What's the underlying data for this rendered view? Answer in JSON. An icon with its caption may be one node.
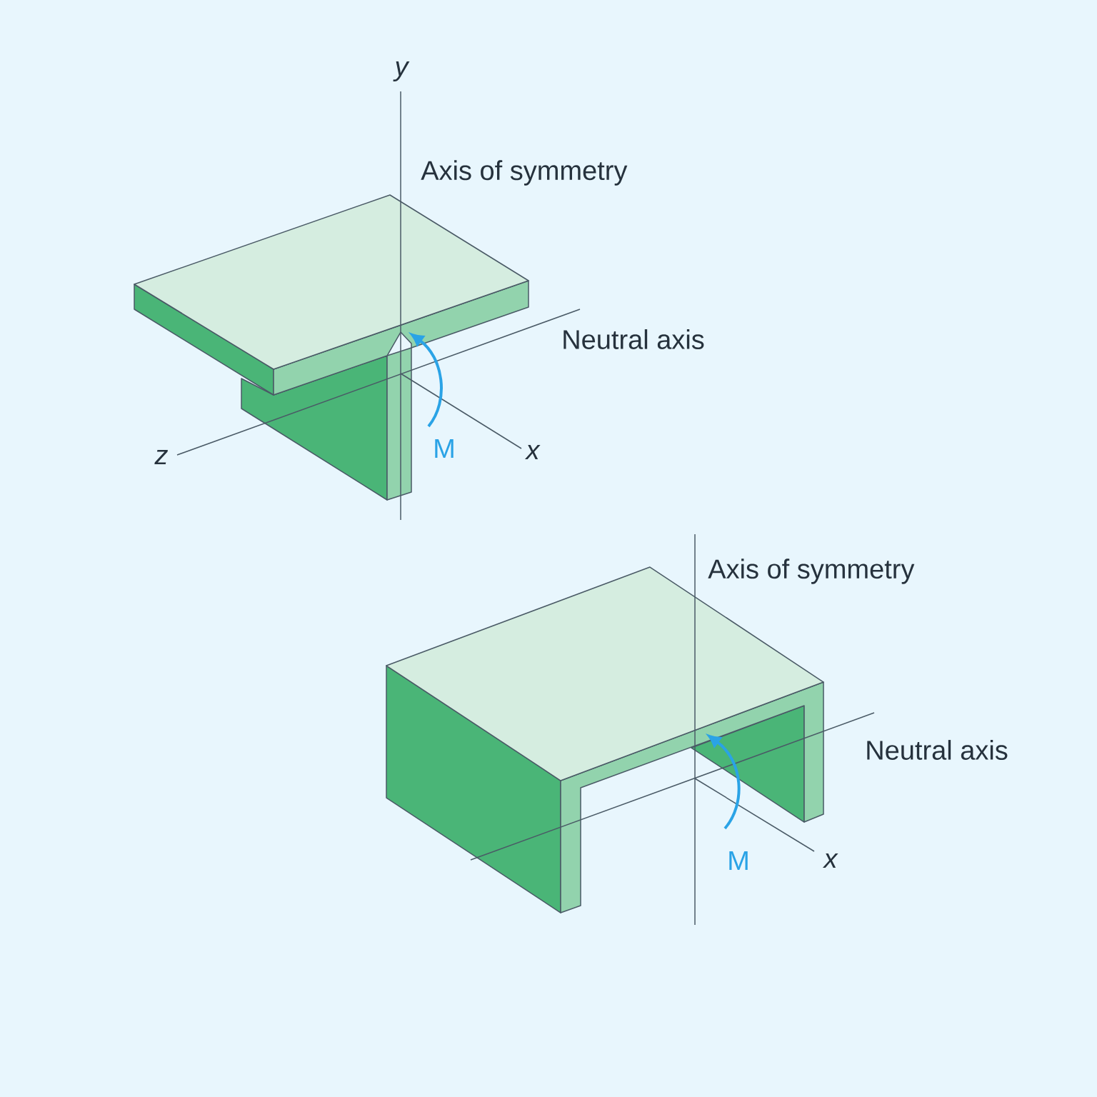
{
  "diagram": {
    "labels": [
      "y",
      "Axis of symmetry",
      "Neutral axis",
      "M",
      "z",
      "x",
      "Axis of symmetry",
      "Neutral axis",
      "M",
      "x"
    ]
  }
}
